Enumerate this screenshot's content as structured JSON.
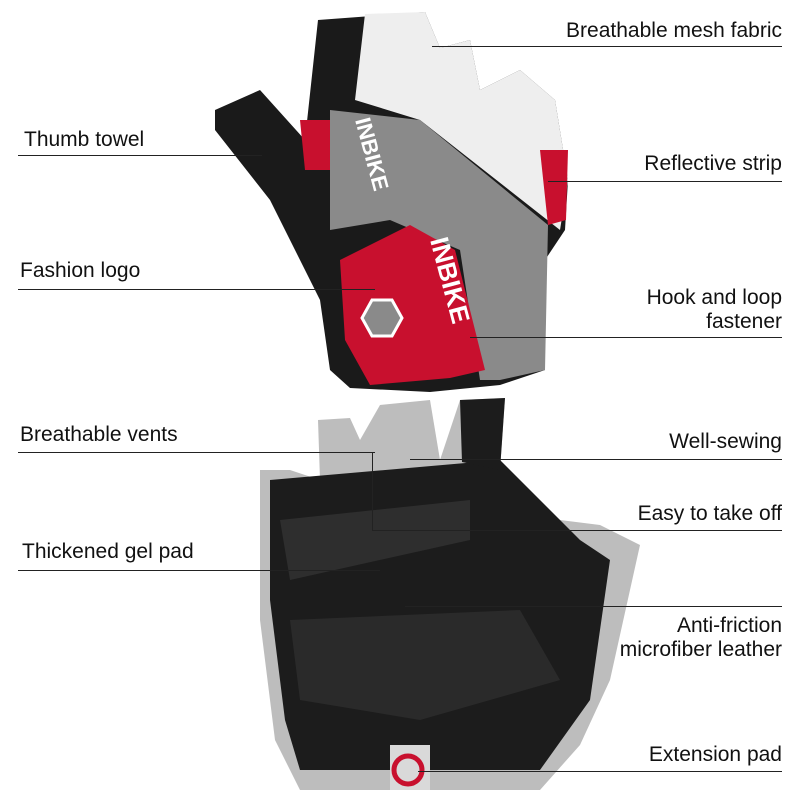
{
  "brand": "INBIKE",
  "colors": {
    "accent_red": "#c8102e",
    "black": "#1a1a1a",
    "gray": "#8a8a8a",
    "white_mesh": "#eeeeee"
  },
  "callouts": {
    "breathable_mesh": "Breathable mesh fabric",
    "thumb_towel": "Thumb towel",
    "reflective_strip": "Reflective strip",
    "fashion_logo": "Fashion logo",
    "hook_loop_1": "Hook and loop",
    "hook_loop_2": "fastener",
    "breathable_vents": "Breathable vents",
    "well_sewing": "Well-sewing",
    "easy_take_off": "Easy to take off",
    "gel_pad": "Thickened gel pad",
    "anti_friction_1": "Anti-friction",
    "anti_friction_2": "microfiber leather",
    "extension_pad": "Extension pad"
  }
}
